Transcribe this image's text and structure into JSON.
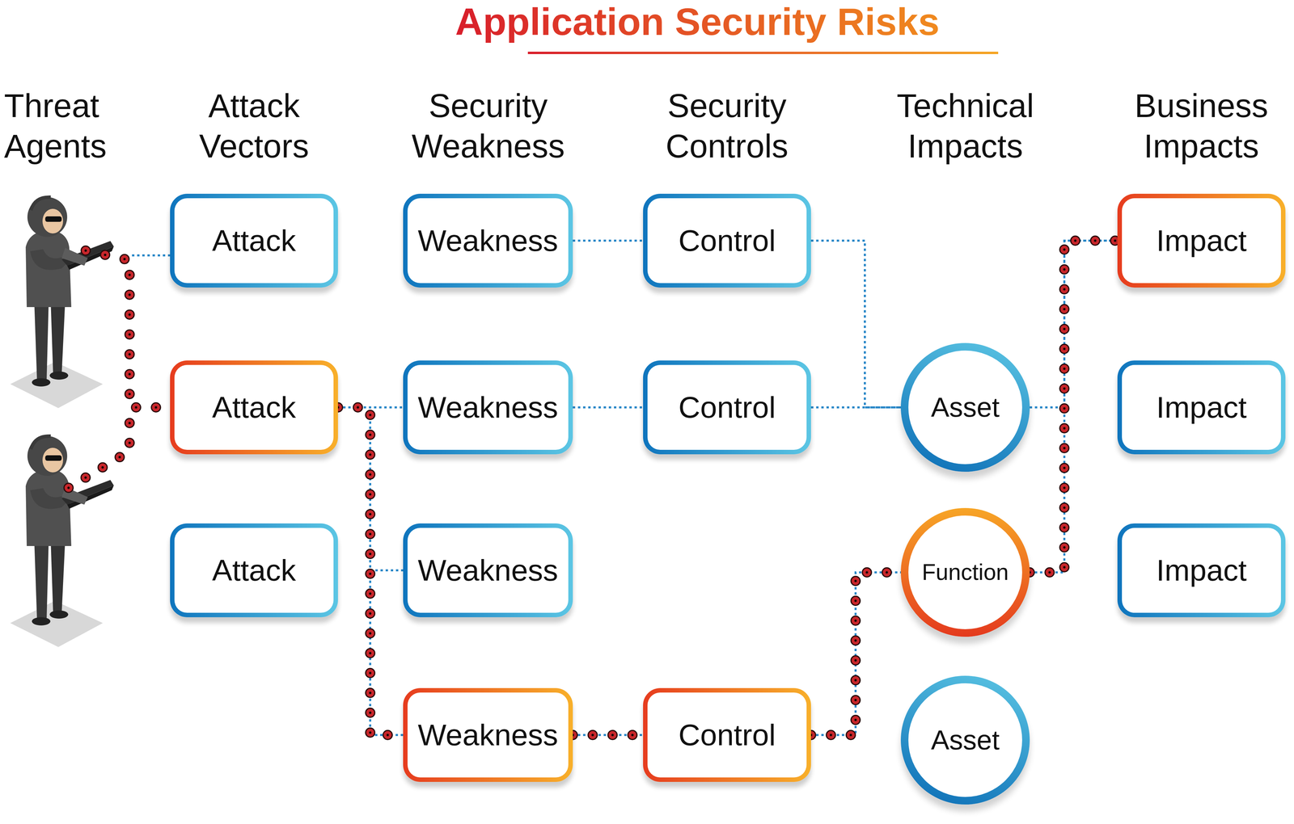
{
  "diagram": {
    "title": "Application Security Risks",
    "nodes": [
      {
        "text": [
          "Attack"
        ]
      },
      {
        "text": [
          "Attack"
        ]
      },
      {
        "text": [
          "Attack"
        ]
      },
      {
        "text": [
          "Weakness"
        ]
      },
      {
        "text": [
          "Weakness"
        ]
      },
      {
        "text": [
          "Weakness"
        ]
      },
      {
        "text": [
          "Weakness"
        ]
      },
      {
        "text": [
          "Control"
        ]
      },
      {
        "text": [
          "Control"
        ]
      },
      {
        "text": [
          "Control"
        ]
      },
      {
        "text": [
          "Asset"
        ]
      },
      {
        "text": [
          "Function"
        ]
      },
      {
        "text": [
          "Asset"
        ]
      },
      {
        "text": [
          "Impact"
        ]
      },
      {
        "text": [
          "Impact"
        ]
      },
      {
        "text": [
          "Impact"
        ]
      }
    ],
    "edges": [
      {
        "from": 1,
        "to": 4,
        "arrow": "none"
      },
      {
        "from": 1,
        "to": 5,
        "arrow": "none"
      },
      {
        "from": 1,
        "to": 6,
        "arrow": "none"
      },
      {
        "from": 3,
        "to": 7,
        "arrow": "none"
      },
      {
        "from": 4,
        "to": 8,
        "arrow": "none"
      },
      {
        "from": 6,
        "to": 9,
        "arrow": "none"
      },
      {
        "from": 7,
        "to": 10,
        "arrow": "none"
      },
      {
        "from": 8,
        "to": 10,
        "arrow": "none"
      },
      {
        "from": 9,
        "to": 11,
        "arrow": "none"
      },
      {
        "from": 10,
        "to": 13,
        "arrow": "none"
      },
      {
        "from": 11,
        "to": 13,
        "arrow": "none"
      }
    ],
    "labels": [
      "Threat Agents",
      "Attack Vectors",
      "Security Weakness",
      "Security Controls",
      "Technical Impacts",
      "Business Impacts"
    ]
  }
}
